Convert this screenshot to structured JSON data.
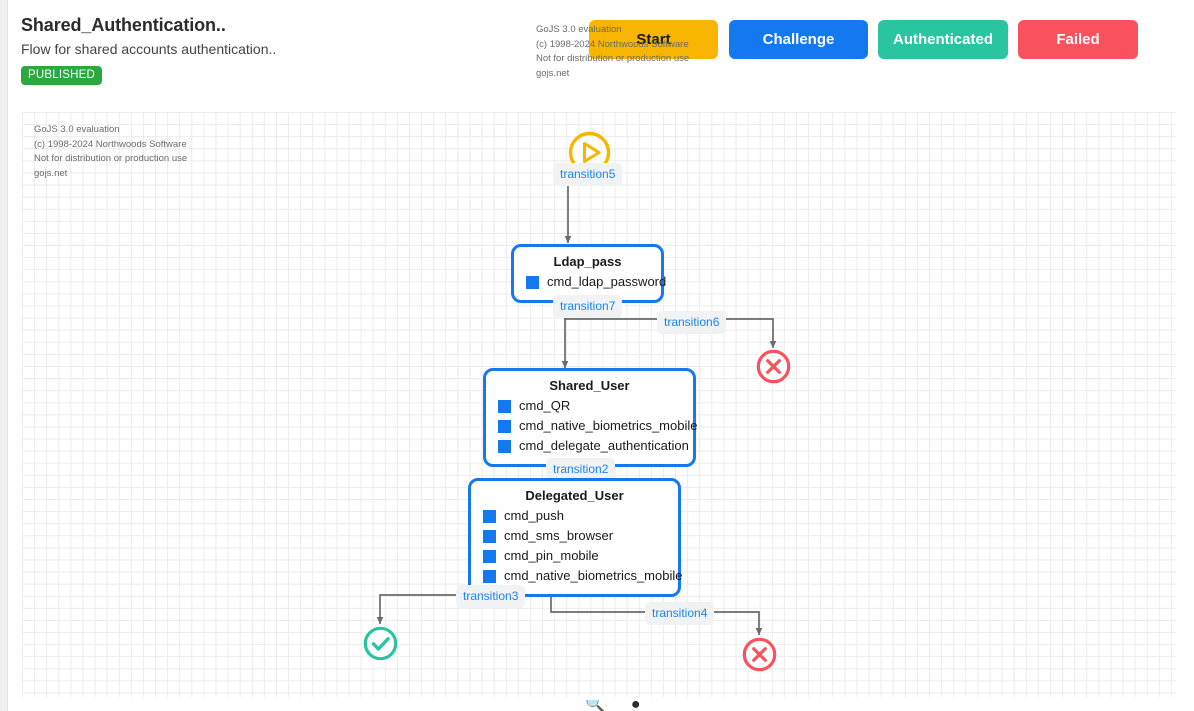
{
  "header": {
    "title": "Shared_Authentication..",
    "subtitle": "Flow for shared accounts authentication..",
    "status": "PUBLISHED",
    "legend": [
      {
        "label": "Start",
        "color": "#f7b500"
      },
      {
        "label": "Challenge",
        "color": "#1478f0"
      },
      {
        "label": "Authenticated",
        "color": "#2ac4a1"
      },
      {
        "label": "Failed",
        "color": "#f9525e"
      }
    ]
  },
  "watermark": {
    "line1": "GoJS 3.0 evaluation",
    "line2": "(c) 1998-2024 Northwoods Software",
    "line3": "Not for distribution or production use",
    "line4": "gojs.net"
  },
  "diagram": {
    "start_node": {
      "name": "start",
      "label": "transition5",
      "color": "#f7b500"
    },
    "nodes": [
      {
        "id": "ldap_pass",
        "title": "Ldap_pass",
        "commands": [
          "cmd_ldap_password"
        ]
      },
      {
        "id": "shared_user",
        "title": "Shared_User",
        "commands": [
          "cmd_QR",
          "cmd_native_biometrics_mobile",
          "cmd_delegate_authentication"
        ]
      },
      {
        "id": "delegated_user",
        "title": "Delegated_User",
        "commands": [
          "cmd_push",
          "cmd_sms_browser",
          "cmd_pin_mobile",
          "cmd_native_biometrics_mobile"
        ]
      }
    ],
    "transitions": [
      {
        "id": "transition5",
        "label": "transition5"
      },
      {
        "id": "transition7",
        "label": "transition7"
      },
      {
        "id": "transition6",
        "label": "transition6"
      },
      {
        "id": "transition2",
        "label": "transition2"
      },
      {
        "id": "transition3",
        "label": "transition3"
      },
      {
        "id": "transition4",
        "label": "transition4"
      }
    ],
    "endpoints": [
      {
        "id": "failed_top",
        "type": "failed",
        "color": "#f9525e"
      },
      {
        "id": "authenticated",
        "type": "authenticated",
        "color": "#2ac4a1"
      },
      {
        "id": "failed_bottom",
        "type": "failed",
        "color": "#f9525e"
      }
    ]
  }
}
